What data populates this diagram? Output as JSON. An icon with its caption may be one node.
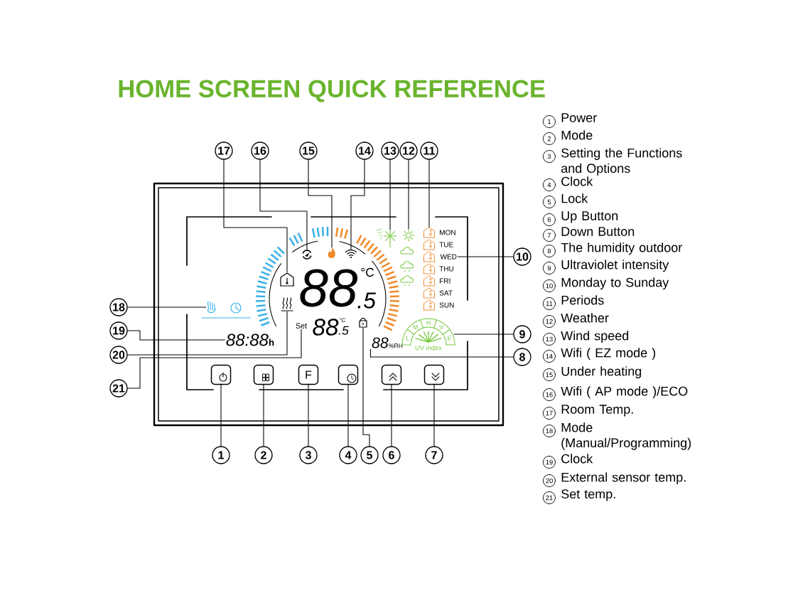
{
  "diagram": {
    "title": "HOME SCREEN QUICK REFERENCE",
    "nodes": [
      {
        "text": [
          "1"
        ]
      },
      {
        "text": [
          "2"
        ]
      },
      {
        "text": [
          "3"
        ]
      },
      {
        "text": [
          "4"
        ]
      },
      {
        "text": [
          "5"
        ]
      },
      {
        "text": [
          "6"
        ]
      },
      {
        "text": [
          "7"
        ]
      },
      {
        "text": [
          "8"
        ]
      },
      {
        "text": [
          "9"
        ]
      },
      {
        "text": [
          "10"
        ]
      },
      {
        "text": [
          "11"
        ]
      },
      {
        "text": [
          "12"
        ]
      },
      {
        "text": [
          "13"
        ]
      },
      {
        "text": [
          "14"
        ]
      },
      {
        "text": [
          "15"
        ]
      },
      {
        "text": [
          "16"
        ]
      },
      {
        "text": [
          "17"
        ]
      },
      {
        "text": [
          "18"
        ]
      },
      {
        "text": [
          "19"
        ]
      },
      {
        "text": [
          "20"
        ]
      },
      {
        "text": [
          "21"
        ]
      },
      {
        "text": [],
        "shape": "button"
      },
      {
        "text": [],
        "shape": "button"
      },
      {
        "text": [
          "F"
        ]
      },
      {
        "text": [],
        "shape": "button"
      },
      {
        "text": [],
        "shape": "lock"
      },
      {
        "text": [],
        "shape": "button"
      },
      {
        "text": [],
        "shape": "button"
      },
      {
        "text": [
          "88",
          "%RH"
        ]
      },
      {
        "text": [
          "L",
          "M",
          "H",
          "V",
          "E",
          "UV index"
        ]
      },
      {
        "text": [
          "WED"
        ]
      },
      {
        "text": [],
        "shape": "house"
      },
      {
        "text": [],
        "shape": "sun"
      },
      {
        "text": [],
        "shape": "wind"
      },
      {
        "text": [],
        "shape": "wifi"
      },
      {
        "text": [],
        "shape": "flame"
      },
      {
        "text": [],
        "shape": "circle"
      },
      {
        "text": [],
        "shape": "house"
      },
      {
        "text": [],
        "shape": "hand"
      },
      {
        "text": [
          "88:88",
          "h"
        ]
      },
      {
        "text": [],
        "shape": "waves"
      },
      {
        "text": [
          "Set"
        ]
      }
    ],
    "edges": [
      {
        "from": 0,
        "to": 21,
        "arrow": "none"
      },
      {
        "from": 1,
        "to": 22,
        "arrow": "none"
      },
      {
        "from": 2,
        "to": 23,
        "arrow": "none"
      },
      {
        "from": 3,
        "to": 24,
        "arrow": "none"
      },
      {
        "from": 4,
        "to": 25,
        "arrow": "none"
      },
      {
        "from": 5,
        "to": 26,
        "arrow": "none"
      },
      {
        "from": 6,
        "to": 27,
        "arrow": "none"
      },
      {
        "from": 7,
        "to": 28,
        "arrow": "none"
      },
      {
        "from": 8,
        "to": 29,
        "arrow": "none"
      },
      {
        "from": 9,
        "to": 30,
        "arrow": "none"
      },
      {
        "from": 10,
        "to": 31,
        "arrow": "none"
      },
      {
        "from": 11,
        "to": 32,
        "arrow": "none"
      },
      {
        "from": 12,
        "to": 33,
        "arrow": "none"
      },
      {
        "from": 13,
        "to": 34,
        "arrow": "none"
      },
      {
        "from": 14,
        "to": 35,
        "arrow": "none"
      },
      {
        "from": 15,
        "to": 36,
        "arrow": "none"
      },
      {
        "from": 16,
        "to": 37,
        "arrow": "none"
      },
      {
        "from": 17,
        "to": 38,
        "arrow": "none"
      },
      {
        "from": 18,
        "to": 39,
        "arrow": "none"
      },
      {
        "from": 19,
        "to": 40,
        "arrow": "none"
      },
      {
        "from": 20,
        "to": 41,
        "arrow": "none"
      }
    ],
    "labels": [
      "88",
      ".5",
      "°C",
      "88",
      ".5",
      "°C",
      "MON",
      "TUE",
      "THU",
      "FRI",
      "SAT",
      "SUN",
      "1",
      "Power",
      "2",
      "Mode",
      "3",
      "Setting the Functions and Options",
      "4",
      "Clock",
      "5",
      "Lock",
      "6",
      "Up Button",
      "7",
      "Down Button",
      "8",
      "The humidity outdoor",
      "9",
      "Ultraviolet intensity",
      "10",
      "Monday to Sunday",
      "11",
      "Periods",
      "12",
      "Weather",
      "13",
      "Wind speed",
      "14",
      "Wifi ( EZ mode )",
      "15",
      "Under heating",
      "16",
      "Wifi ( AP mode )/ECO",
      "17",
      "Room Temp.",
      "18",
      "Mode (Manual/Programming)",
      "19",
      "Clock",
      "20",
      "External sensor temp.",
      "21",
      "Set temp."
    ]
  }
}
